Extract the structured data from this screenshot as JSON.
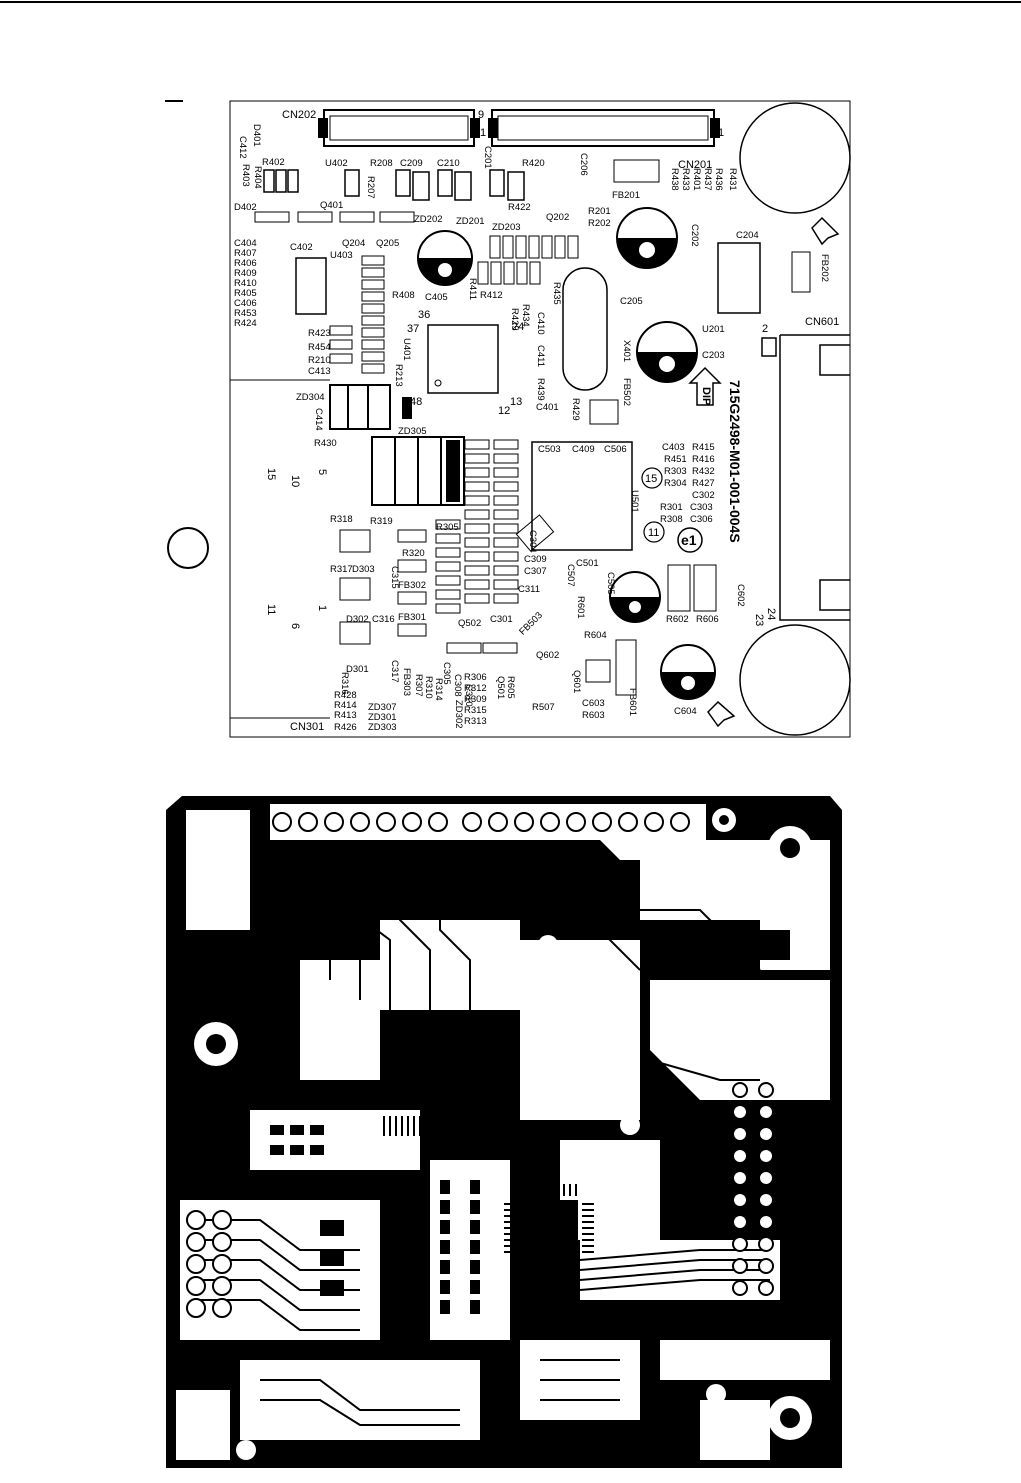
{
  "silkscreen": {
    "connectors": {
      "cn202": "CN202",
      "cn201": "CN201",
      "cn601": "CN601",
      "cn301": "CN301",
      "pin_9_a": "9",
      "pin_1_a": "1",
      "pin_1_b": "1",
      "pin_2": "2",
      "pin_24": "24",
      "pin_23": "23"
    },
    "board_id": "715G2498-M01-001-004S",
    "chip_pins": {
      "p48": "48",
      "p37": "37",
      "p36": "36",
      "p24": "24",
      "p13": "13",
      "p12": "12"
    },
    "marks": {
      "dip": "DIP",
      "circle15": "15",
      "circle11": "11",
      "e1": "e1"
    },
    "side_numbers": [
      "15",
      "10",
      "5",
      "11",
      "6",
      "1"
    ],
    "labels_left": [
      "C412",
      "D401",
      "R402",
      "R403",
      "R404",
      "D402",
      "C404",
      "R407",
      "R406",
      "R409",
      "R410",
      "R405",
      "C406",
      "R453",
      "R424",
      "R423",
      "R454",
      "R210",
      "C413",
      "ZD304",
      "C414",
      "R430",
      "R318",
      "R317",
      "D303",
      "D302",
      "D301",
      "R316",
      "R428",
      "R414",
      "R413",
      "R426"
    ],
    "labels_top": [
      "U402",
      "R208",
      "C209",
      "C210",
      "C201",
      "R420",
      "C206",
      "R431",
      "R436",
      "R437",
      "R401",
      "R433",
      "R438",
      "FB201",
      "R201",
      "R202",
      "Q401",
      "ZD202",
      "ZD201",
      "ZD203",
      "Q202",
      "R422",
      "R207"
    ],
    "labels_mid": [
      "C402",
      "U403",
      "Q204",
      "Q205",
      "R408",
      "C405",
      "R411",
      "R412",
      "R425",
      "R434",
      "R435",
      "C410",
      "C411",
      "R439",
      "U401",
      "R213",
      "X401",
      "FB502",
      "C205",
      "C202",
      "C204",
      "FB202",
      "U201",
      "C203",
      "C401",
      "R429",
      "ZD305",
      "C503",
      "C409",
      "C506"
    ],
    "labels_right": [
      "C403",
      "R415",
      "R451",
      "R416",
      "R303",
      "R432",
      "R304",
      "R427",
      "C302",
      "R301",
      "C303",
      "R308",
      "C306",
      "U501"
    ],
    "labels_bottom": [
      "R319",
      "R305",
      "R320",
      "C315",
      "FB302",
      "C316",
      "FB301",
      "C317",
      "FB303",
      "R307",
      "R310",
      "R314",
      "ZD307",
      "ZD301",
      "ZD303",
      "C305",
      "C308",
      "C310",
      "ZD302",
      "R306",
      "R312",
      "R309",
      "R315",
      "R313",
      "Q501",
      "R605",
      "R507",
      "Q502",
      "C301",
      "C311",
      "C304",
      "C309",
      "C307",
      "C507",
      "C501",
      "C505",
      "R601",
      "FB503",
      "Q602",
      "R604",
      "Q601",
      "C603",
      "R603",
      "FB601",
      "C604",
      "R602",
      "R606",
      "C602"
    ]
  },
  "copper": {}
}
